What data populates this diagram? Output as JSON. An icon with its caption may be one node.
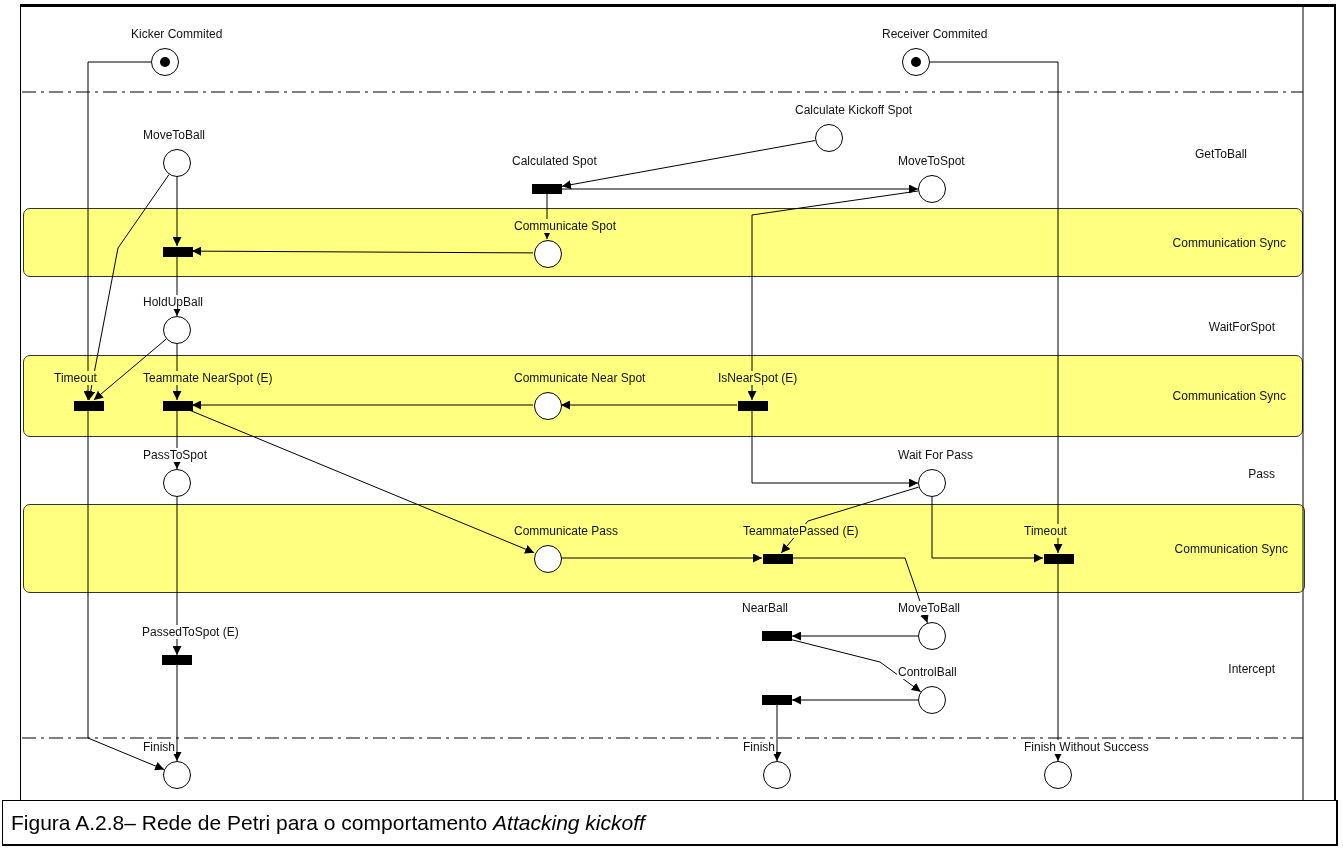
{
  "diagram": {
    "caption": "Figura A.2.8– Rede de Petri para o comportamento *Attacking kickoff*",
    "nodes": [
      {
        "text": [
          "Kicker Commited"
        ]
      },
      {
        "text": [
          "Receiver Commited"
        ]
      },
      {
        "text": [
          "Calculate Kickoff Spot"
        ]
      },
      {
        "text": [
          "MoveToBall"
        ]
      },
      {
        "text": [
          "Calculated Spot"
        ]
      },
      {
        "text": [
          "MoveToSpot"
        ]
      },
      {
        "text": [
          "Communication Sync"
        ]
      },
      {
        "text": [],
        "shape": "bar",
        "in": 6
      },
      {
        "text": [
          "Communicate Spot"
        ],
        "in": 6
      },
      {
        "text": [
          "HoldUpBall"
        ]
      },
      {
        "text": [
          "Communication Sync"
        ]
      },
      {
        "text": [
          "Timeout"
        ],
        "in": 10
      },
      {
        "text": [
          "Teammate NearSpot (E)"
        ],
        "in": 10
      },
      {
        "text": [
          "Communicate Near Spot"
        ],
        "in": 10
      },
      {
        "text": [
          "IsNearSpot (E)"
        ],
        "in": 10
      },
      {
        "text": [
          "PassToSpot"
        ]
      },
      {
        "text": [
          "Wait For Pass"
        ]
      },
      {
        "text": [
          "Communication Sync"
        ]
      },
      {
        "text": [
          "Communicate Pass"
        ],
        "in": 17
      },
      {
        "text": [
          "TeammatePassed (E)"
        ],
        "in": 17
      },
      {
        "text": [
          "Timeout"
        ],
        "in": 17
      },
      {
        "text": [
          "NearBall"
        ]
      },
      {
        "text": [
          "MoveToBall"
        ]
      },
      {
        "text": [
          "PassedToSpot (E)"
        ]
      },
      {
        "text": [],
        "shape": "bar"
      },
      {
        "text": [
          "ControlBall"
        ]
      },
      {
        "text": [
          "Finish"
        ]
      },
      {
        "text": [
          "Finish"
        ]
      },
      {
        "text": [
          "Finish Without Success"
        ]
      }
    ],
    "edges": [
      {
        "from": 0,
        "to": 11,
        "arrow": "to"
      },
      {
        "from": 11,
        "to": 26,
        "arrow": "to"
      },
      {
        "from": 3,
        "to": 11,
        "arrow": "to"
      },
      {
        "from": 9,
        "to": 11,
        "arrow": "to"
      },
      {
        "from": 3,
        "to": 7,
        "arrow": "to"
      },
      {
        "from": 8,
        "to": 7,
        "arrow": "to"
      },
      {
        "from": 7,
        "to": 9,
        "arrow": "to"
      },
      {
        "from": 9,
        "to": 12,
        "arrow": "to"
      },
      {
        "from": 13,
        "to": 12,
        "arrow": "to"
      },
      {
        "from": 12,
        "to": 15,
        "arrow": "to"
      },
      {
        "from": 12,
        "to": 18,
        "arrow": "to"
      },
      {
        "from": 2,
        "to": 4,
        "arrow": "to"
      },
      {
        "from": 4,
        "to": 8,
        "arrow": "to"
      },
      {
        "from": 4,
        "to": 5,
        "arrow": "to"
      },
      {
        "from": 5,
        "to": 14,
        "arrow": "to"
      },
      {
        "from": 14,
        "to": 13,
        "arrow": "to"
      },
      {
        "from": 14,
        "to": 16,
        "arrow": "to"
      },
      {
        "from": 16,
        "to": 19,
        "arrow": "to"
      },
      {
        "from": 16,
        "to": 20,
        "arrow": "to"
      },
      {
        "from": 1,
        "to": 20,
        "arrow": "to"
      },
      {
        "from": 20,
        "to": 28,
        "arrow": "to"
      },
      {
        "from": 18,
        "to": 19,
        "arrow": "to"
      },
      {
        "from": 19,
        "to": 22,
        "arrow": "to"
      },
      {
        "from": 22,
        "to": 21,
        "arrow": "to"
      },
      {
        "from": 21,
        "to": 25,
        "arrow": "to"
      },
      {
        "from": 25,
        "to": 24,
        "arrow": "to"
      },
      {
        "from": 24,
        "to": 27,
        "arrow": "to"
      },
      {
        "from": 15,
        "to": 23,
        "arrow": "to"
      },
      {
        "from": 23,
        "to": 26,
        "arrow": "to"
      }
    ],
    "labels": [
      "GetToBall",
      "WaitForSpot",
      "Pass",
      "Intercept"
    ]
  }
}
